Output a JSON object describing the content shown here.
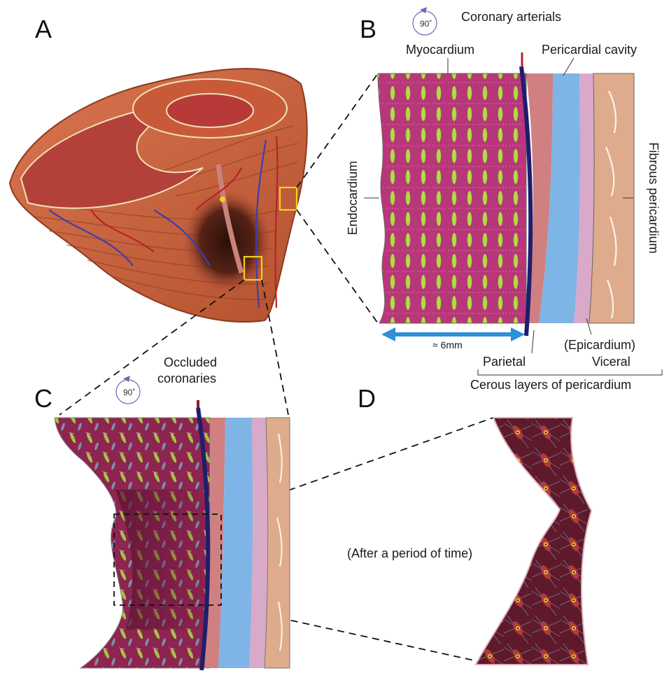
{
  "panels": {
    "a": "A",
    "b": "B",
    "c": "C",
    "d": "D"
  },
  "labels": {
    "coronary_arterials": "Coronary arterials",
    "myocardium": "Myocardium",
    "pericardial_cavity": "Pericardial cavity",
    "endocardium": "Endocardium",
    "fibrous_pericardium": "Fibrous pericardium",
    "thickness": "≈ 6mm",
    "parietal": "Parietal",
    "epicardium": "(Epicardium)",
    "viceral": "Viceral",
    "cerous_layers": "Cerous layers of pericardium",
    "occluded_line1": "Occluded",
    "occluded_line2": "coronaries",
    "after_time": "(After a period of time)"
  },
  "rotation": {
    "b": "90˚",
    "c": "90˚"
  },
  "colors": {
    "heart_outer": "#c8643f",
    "heart_inner": "#b94a35",
    "infarct": "#3a1a12",
    "myocardium": "#b8367a",
    "myocardium_damaged": "#7a1f3c",
    "muscle_fiber": "#b7d94a",
    "coronary_artery": "#1e1e6e",
    "parietal": "#d08080",
    "cavity": "#7fb4e6",
    "visceral": "#d9a9c9",
    "fibrous": "#deac8c",
    "scale_arrow": "#2f8fd8",
    "box_yellow": "#f2d21c",
    "scar_tissue": "#8a1e2e"
  }
}
